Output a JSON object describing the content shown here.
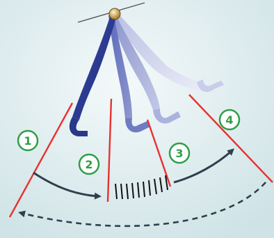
{
  "colors": {
    "background_light": "#eef6f7",
    "background_dark": "#c9dfe3",
    "arm_dark": "#27358f",
    "arm_light": "#dfe3f3",
    "line_red": "#e8312f",
    "circle_stroke": "#2f9e48",
    "circle_fill": "#ffffff",
    "arrow": "#2f3f4c",
    "pivot": "#c9a64d"
  },
  "positions": [
    {
      "number": "1"
    },
    {
      "number": "2"
    },
    {
      "number": "3"
    },
    {
      "number": "4"
    }
  ],
  "icons": [
    "pendulum-arm-icon",
    "pivot-icon",
    "foot-icon",
    "arrow-icon"
  ]
}
